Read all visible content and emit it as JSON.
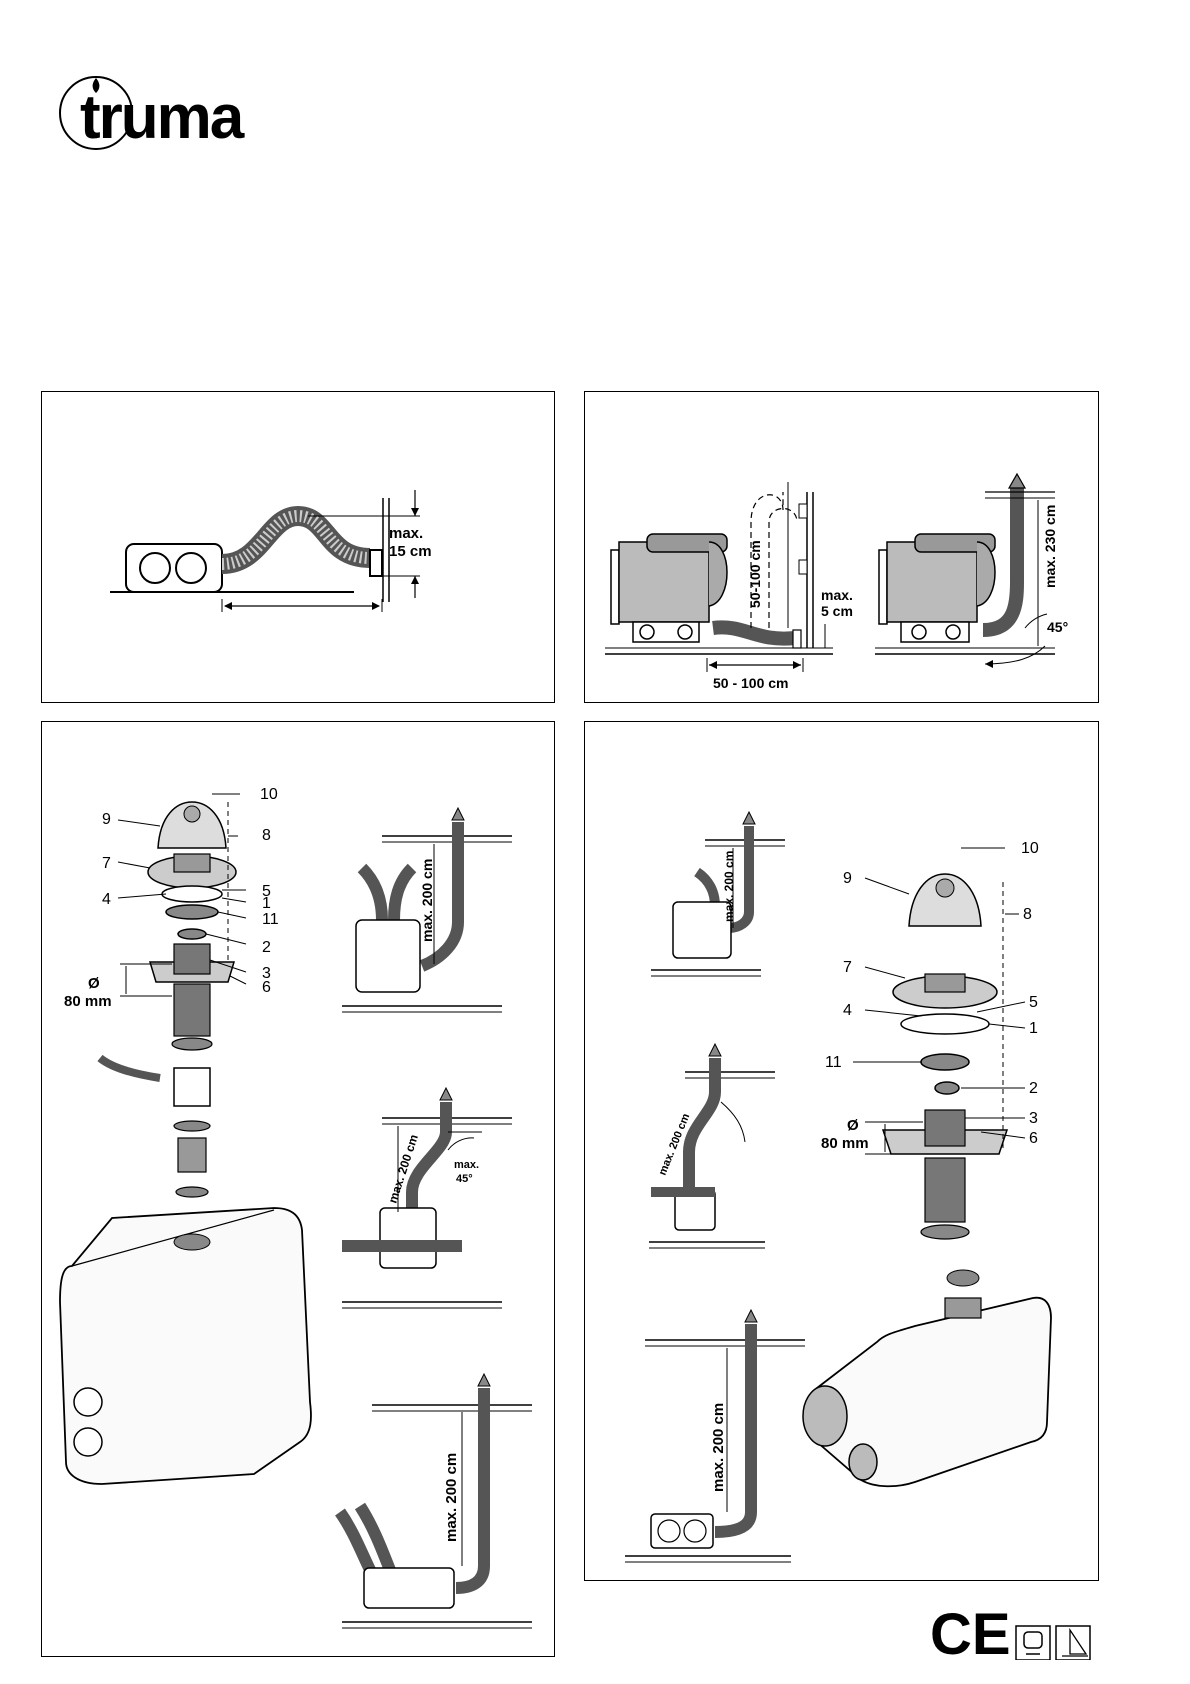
{
  "brand": {
    "name": "truma"
  },
  "panel1": {
    "dim_height_line1": "max.",
    "dim_height_line2": "15 cm"
  },
  "panel2": {
    "dim_vertical": "50-100 cm",
    "dim_gap_line1": "max.",
    "dim_gap_line2": "5 cm",
    "dim_horizontal": "50 - 100 cm",
    "dim_height": "max. 230 cm",
    "angle": "45°"
  },
  "panel3": {
    "parts": [
      {
        "n": "10"
      },
      {
        "n": "9"
      },
      {
        "n": "8"
      },
      {
        "n": "7"
      },
      {
        "n": "5"
      },
      {
        "n": "4"
      },
      {
        "n": "1"
      },
      {
        "n": "11"
      },
      {
        "n": "2"
      },
      {
        "n": "3"
      },
      {
        "n": "6"
      }
    ],
    "diameter_symbol": "Ø",
    "diameter_value": "80 mm",
    "dim_a": "max. 200 cm",
    "dim_b": "max. 200 cm",
    "dim_b_angle_line1": "max.",
    "dim_b_angle_line2": "45°",
    "dim_c": "max. 200 cm"
  },
  "panel4": {
    "parts": [
      {
        "n": "10"
      },
      {
        "n": "9"
      },
      {
        "n": "8"
      },
      {
        "n": "7"
      },
      {
        "n": "5"
      },
      {
        "n": "4"
      },
      {
        "n": "1"
      },
      {
        "n": "11"
      },
      {
        "n": "2"
      },
      {
        "n": "3"
      },
      {
        "n": "6"
      }
    ],
    "diameter_symbol": "Ø",
    "diameter_value": "80 mm",
    "dim_a": "max. 200 cm",
    "dim_b": "max. 200 cm",
    "dim_c": "max. 200 cm"
  },
  "certification": {
    "ce_mark": "CE"
  }
}
